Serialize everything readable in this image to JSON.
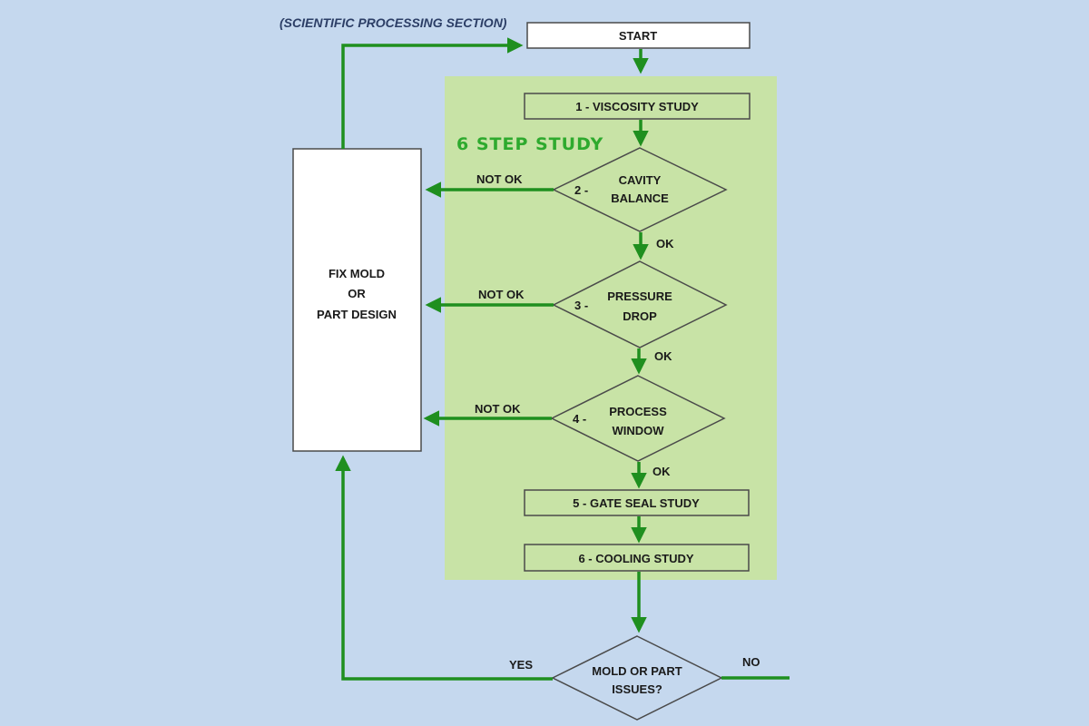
{
  "section_label": "(SCIENTIFIC PROCESSING SECTION)",
  "start": "START",
  "group_title": "6 STEP STUDY",
  "step1": "1 - VISCOSITY STUDY",
  "step2": {
    "num": "2 -",
    "line1": "CAVITY",
    "line2": "BALANCE"
  },
  "step3": {
    "num": "3 -",
    "line1": "PRESSURE",
    "line2": "DROP"
  },
  "step4": {
    "num": "4 -",
    "line1": "PROCESS",
    "line2": "WINDOW"
  },
  "step5": "5 - GATE SEAL STUDY",
  "step6": "6 - COOLING STUDY",
  "decision": {
    "line1": "MOLD OR PART",
    "line2": "ISSUES?"
  },
  "fix_box": {
    "line1": "FIX MOLD",
    "line2": "OR",
    "line3": "PART DESIGN"
  },
  "labels": {
    "not_ok": "NOT OK",
    "ok": "OK",
    "yes": "YES",
    "no": "NO"
  },
  "colors": {
    "background": "#c5d8ee",
    "panel": "#c8e3a6",
    "arrow": "#1f8f1f",
    "title": "#2eaa2e"
  }
}
